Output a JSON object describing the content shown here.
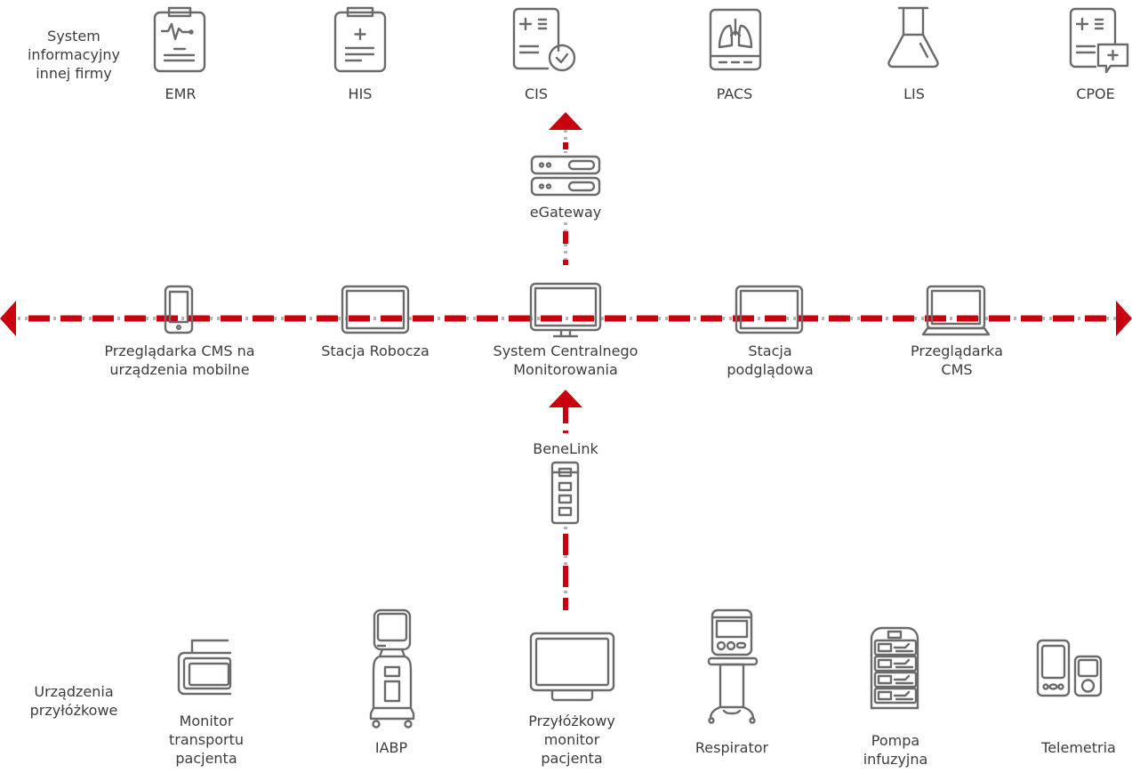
{
  "colors": {
    "link": "#c8000f",
    "link_gap": "#b5b5b5",
    "icon_stroke": "#6b6b6b",
    "text": "#3d3d3d"
  },
  "categories": {
    "third_party": "System\ninformacyjny\ninnej firmy",
    "bedside": "Urządzenia\nprzyłóżkowe"
  },
  "top_systems": [
    {
      "label": "EMR",
      "icon": "clipboard-ecg-icon"
    },
    {
      "label": "HIS",
      "icon": "clipboard-plus-icon"
    },
    {
      "label": "CIS",
      "icon": "document-check-icon"
    },
    {
      "label": "PACS",
      "icon": "lungs-xray-icon"
    },
    {
      "label": "LIS",
      "icon": "flask-icon"
    },
    {
      "label": "CPOE",
      "icon": "document-comment-icon"
    }
  ],
  "gateway": {
    "label": "eGateway",
    "icon": "server-icon"
  },
  "network_nodes": [
    {
      "label": "Przeglądarka CMS na\nurządzenia mobilne",
      "icon": "smartphone-icon"
    },
    {
      "label": "Stacja Robocza",
      "icon": "workstation-monitor-icon"
    },
    {
      "label": "System Centralnego\nMonitorowania",
      "icon": "desktop-monitor-icon"
    },
    {
      "label": "Stacja\npodglądowa",
      "icon": "viewing-station-icon"
    },
    {
      "label": "Przeglądarka\nCMS",
      "icon": "laptop-icon"
    }
  ],
  "benelink": {
    "label": "BeneLink",
    "icon": "benelink-module-icon"
  },
  "bedside_devices": [
    {
      "label": "Monitor\ntransportu\npacjenta",
      "icon": "transport-monitor-icon"
    },
    {
      "label": "IABP",
      "icon": "iabp-cart-icon"
    },
    {
      "label": "Przyłóżkowy\nmonitor\npacjenta",
      "icon": "bedside-monitor-icon"
    },
    {
      "label": "Respirator",
      "icon": "ventilator-icon"
    },
    {
      "label": "Pompa\ninfuzyjna",
      "icon": "infusion-pump-icon"
    },
    {
      "label": "Telemetria",
      "icon": "telemetry-icon"
    }
  ]
}
